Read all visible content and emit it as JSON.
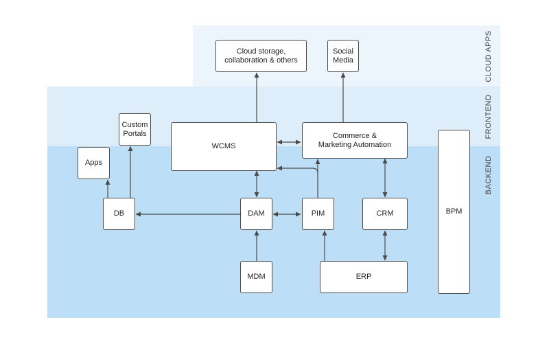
{
  "layers": {
    "cloud_apps": "CLOUD APPS",
    "frontend": "FRONTEND",
    "backend": "BACKEND"
  },
  "nodes": {
    "cloud_storage": "Cloud storage,\ncollaboration & others",
    "social_media": "Social\nMedia",
    "custom_portals": "Custom\nPortals",
    "apps": "Apps",
    "wcms": "WCMS",
    "commerce": "Commerce &\nMarketing Automation",
    "db": "DB",
    "dam": "DAM",
    "pim": "PIM",
    "crm": "CRM",
    "mdm": "MDM",
    "erp": "ERP",
    "bpm": "BPM"
  },
  "colors": {
    "cloud_band": "#edf5fc",
    "frontend_band": "#ddeefa",
    "backend_band": "#bcdef6",
    "edge": "#4a4a4a"
  }
}
